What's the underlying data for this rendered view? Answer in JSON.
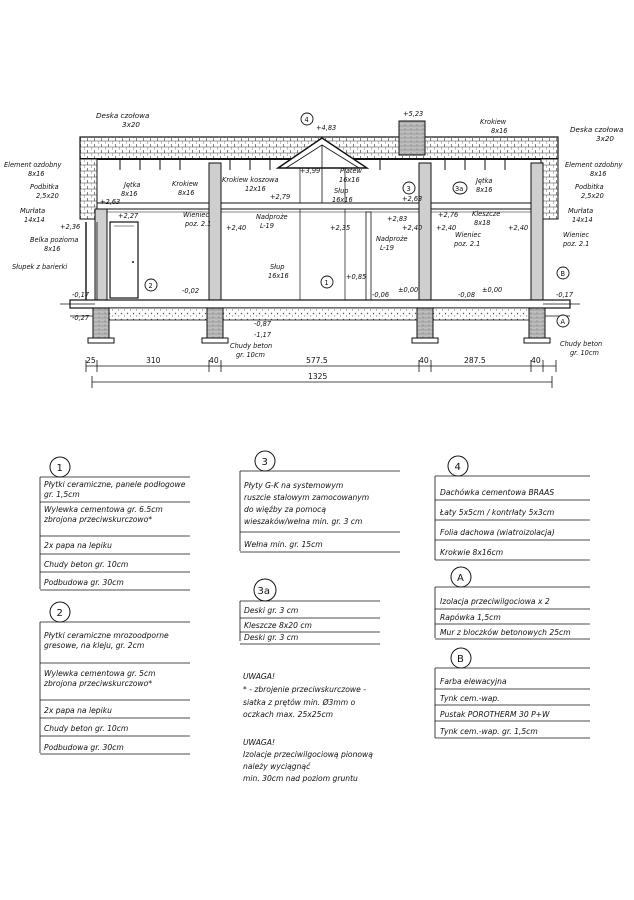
{
  "drawing": {
    "labels": {
      "deska_czolowa_left": "Deska czołowa",
      "deska_czolowa_left_size": "3x20",
      "deska_czolowa_right": "Deska czołowa",
      "deska_czolowa_right_size": "3x20",
      "element_ozdobny_left": "Element ozdobny",
      "element_ozdobny_left_size": "8x16",
      "element_ozdobny_right": "Element ozdobny",
      "element_ozdobny_right_size": "8x16",
      "podbitka_left": "Podbitka",
      "podbitka_left_size": "2,5x20",
      "podbitka_right": "Podbitka",
      "podbitka_right_size": "2,5x20",
      "murlata_left": "Murłata",
      "murlata_left_size": "14x14",
      "murlata_right": "Murłata",
      "murlata_right_size": "14x14",
      "belka_pozioma": "Belka pozioma",
      "belka_pozioma_size": "8x16",
      "slupek_z_barierki": "Słupek z barierki",
      "jetka_left": "Jętka",
      "jetka_left_size": "8x16",
      "jetka_right": "Jętka",
      "jetka_right_size": "8x16",
      "krokiew_left": "Krokiew",
      "krokiew_left_size": "8x16",
      "krokiew_koszowa": "Krokiew koszowa",
      "krokiew_koszowa_size": "12x16",
      "platew": "Płatew",
      "platew_size": "16x16",
      "slup_top": "Słup",
      "slup_top_size": "16x16",
      "krokiew_top": "Krokiew",
      "krokiew_top_size": "8x16",
      "wieniec_1": "Wieniec",
      "wieniec_1_poz": "poz. 2.1",
      "wieniec_2": "Wieniec",
      "wieniec_2_poz": "poz. 2.1",
      "wieniec_3": "Wieniec",
      "wieniec_3_poz": "poz. 2.1",
      "nadproze_1": "Nadproże",
      "nadproze_1_type": "L-19",
      "nadproze_2": "Nadproże",
      "nadproze_2_type": "L-19",
      "kleszcze": "Kleszcze",
      "kleszcze_size": "8x18",
      "slup_mid": "Słup",
      "slup_mid_size": "16x16",
      "chudy_beton_1": "Chudy beton",
      "chudy_beton_1_size": "gr. 10cm",
      "chudy_beton_2": "Chudy beton",
      "chudy_beton_2_size": "gr. 10cm"
    },
    "levels": {
      "ridge_chimney": "+5,23",
      "ridge": "+4,83",
      "l_399": "+3,99",
      "l_279": "+2,79",
      "l_263": "+2,63",
      "l_263b": "+2,63",
      "l_276": "+2,76",
      "l_283": "+2,83",
      "l_227": "+2,27",
      "l_236": "+2,36",
      "l_240a": "+2,40",
      "l_240b": "+2,40",
      "l_240c": "+2,40",
      "l_240d": "+2,40",
      "l_235": "+2,35",
      "l_085": "+0,85",
      "l_000a": "±0,00",
      "l_000b": "±0,00",
      "l_m002": "-0,02",
      "l_m006": "-0,06",
      "l_m008": "-0,08",
      "l_m017a": "-0,17",
      "l_m017b": "-0,17",
      "l_m027": "-0,27",
      "l_m087": "-0,87",
      "l_m117": "-1,17"
    },
    "markers": {
      "m1": "1",
      "m2": "2",
      "m3": "3",
      "m3a": "3a",
      "m4": "4",
      "mA": "A",
      "mB": "B"
    },
    "dimensions": {
      "d25": "25",
      "d310": "310",
      "d40a": "40",
      "d5775": "577.5",
      "d40b": "40",
      "d2875": "287.5",
      "d40c": "40",
      "total": "1325"
    }
  },
  "legend": {
    "l1": {
      "marker": "1",
      "rows": [
        [
          "Płytki ceramiczne, panele podłogowe",
          "gr. 1,5cm"
        ],
        [
          "Wylewka cementowa gr. 6.5cm",
          "zbrojona przeciwskurczowo*"
        ],
        [
          "2x papa na lepiku"
        ],
        [
          "Chudy beton gr. 10cm"
        ],
        [
          "Podbudowa gr. 30cm"
        ]
      ]
    },
    "l2": {
      "marker": "2",
      "rows": [
        [
          "Płytki ceramiczne mrozoodporne",
          "gresowe, na kleju, gr. 2cm"
        ],
        [
          "Wylewka cementowa gr. 5cm",
          "zbrojona przeciwskurczowo*"
        ],
        [
          "2x papa na lepiku"
        ],
        [
          "Chudy beton gr. 10cm"
        ],
        [
          "Podbudowa gr. 30cm"
        ]
      ]
    },
    "l3": {
      "marker": "3",
      "rows": [
        [
          "Płyty G-K na systemowym",
          "ruszcie stalowym zamocowanym",
          "do więźby za pomocą",
          "wieszaków/wełna min. gr. 3 cm"
        ],
        [
          "Wełna min. gr. 15cm"
        ]
      ]
    },
    "l3a": {
      "marker": "3a",
      "rows": [
        [
          "Deski gr. 3 cm"
        ],
        [
          "Kleszcze 8x20 cm"
        ],
        [
          "Deski gr. 3 cm"
        ]
      ]
    },
    "l4": {
      "marker": "4",
      "rows": [
        [
          "Dachówka cementowa BRAAS"
        ],
        [
          "Łaty 5x5cm / kontrłaty 5x3cm"
        ],
        [
          "Folia dachowa (wiatroizolacja)"
        ],
        [
          "Krokwie 8x16cm"
        ]
      ]
    },
    "lA": {
      "marker": "A",
      "rows": [
        [
          "Izolacja przeciwilgociowa x 2"
        ],
        [
          "Rapówka 1,5cm"
        ],
        [
          "Mur z bloczków betonowych 25cm"
        ]
      ]
    },
    "lB": {
      "marker": "B",
      "rows": [
        [
          "Farba elewacyjna"
        ],
        [
          "Tynk cem.-wap."
        ],
        [
          "Pustak POROTHERM 30 P+W"
        ],
        [
          "Tynk cem.-wap. gr. 1,5cm"
        ]
      ]
    }
  },
  "notes": {
    "uwaga1_title": "UWAGA!",
    "uwaga1_lines": [
      "* - zbrojenie przeciwskurczowe -",
      "siatka z prętów min. Ø3mm o",
      "oczkach max. 25x25cm"
    ],
    "uwaga2_title": "UWAGA!",
    "uwaga2_lines": [
      "Izolacje przeciwilgociową pionową",
      "należy wyciągnąć",
      "min. 30cm nad poziom gruntu"
    ]
  }
}
